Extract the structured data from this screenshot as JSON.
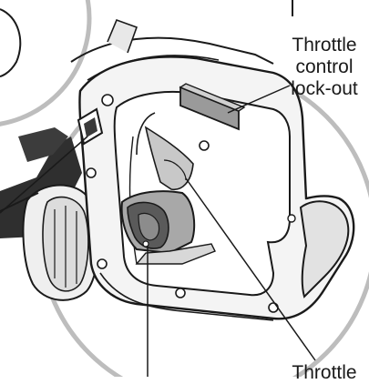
{
  "labels": {
    "lockout_line1": "Throttle",
    "lockout_line2": "control",
    "lockout_line3": "lock-out",
    "throttle_trigger": "Throttle"
  },
  "colors": {
    "circle_outline": "#bdbdbd",
    "line": "#1a1a1a",
    "shade_dark": "#4a4a4a",
    "shade_mid": "#a8a8a8",
    "shade_light": "#e6e6e6",
    "background": "#ffffff"
  }
}
